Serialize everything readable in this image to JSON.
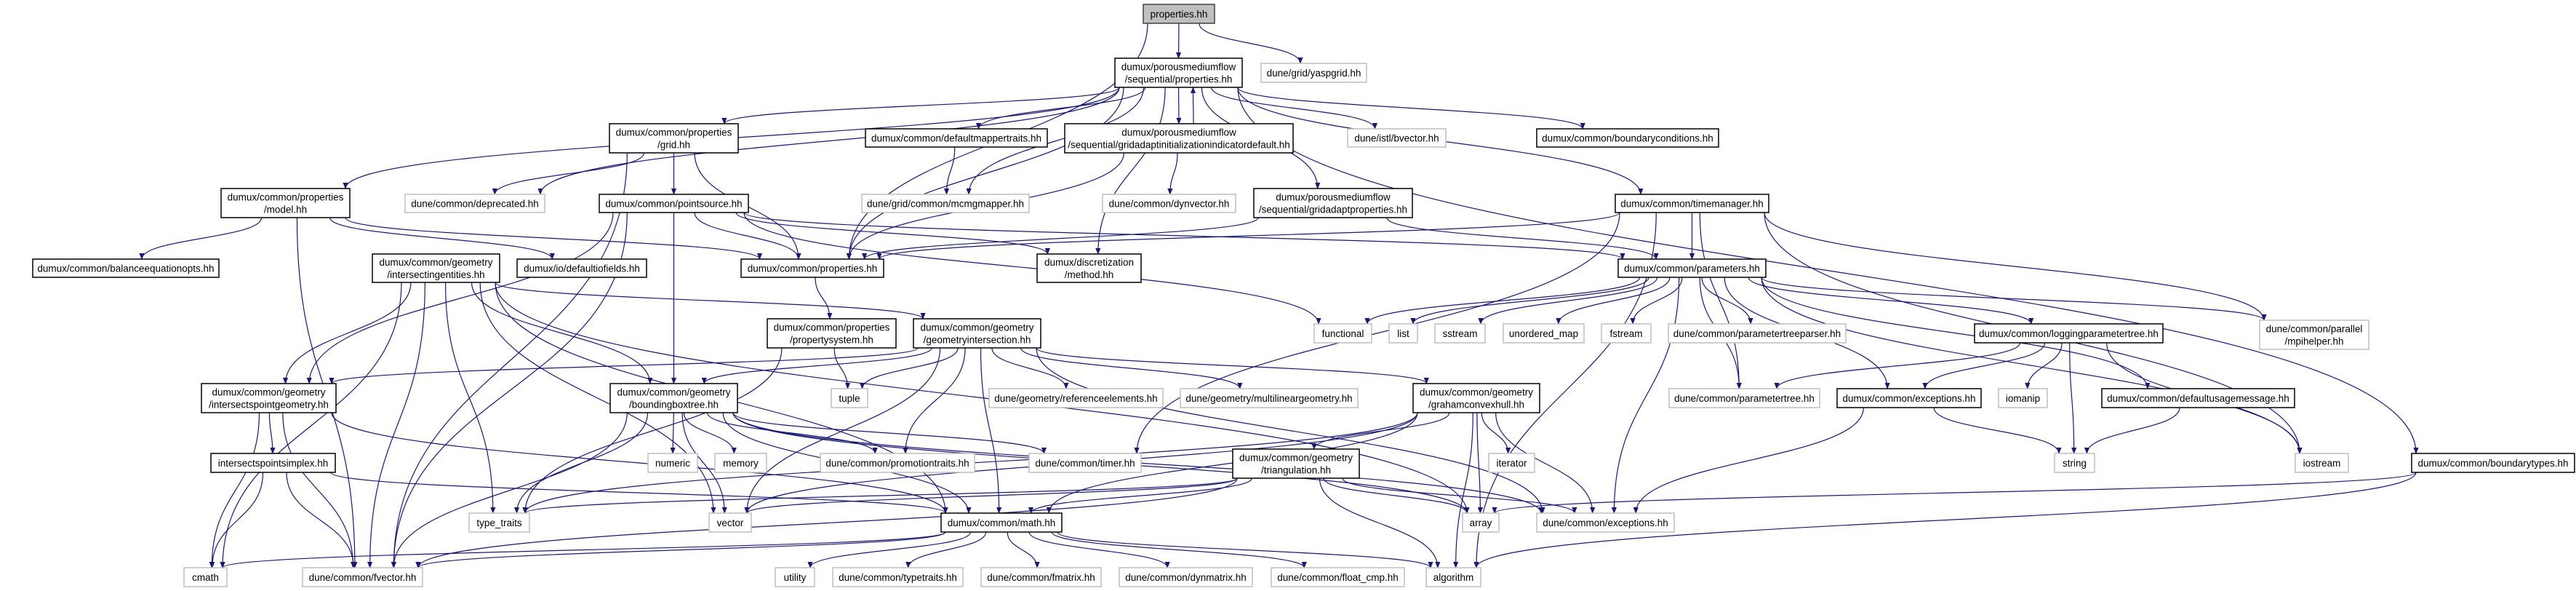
{
  "colors": {
    "edge": "#191970",
    "root_fill": "#bfbfbf",
    "external_border": "#bfbfbf",
    "internal_border": "#000000"
  },
  "nodes": [
    {
      "id": "root",
      "kind": "root",
      "lines": [
        "properties.hh"
      ]
    },
    {
      "id": "yaspgrid",
      "kind": "ext",
      "lines": [
        "dune/grid/yaspgrid.hh"
      ]
    },
    {
      "id": "seqprops",
      "kind": "int",
      "lines": [
        "dumux/porousmediumflow",
        "/sequential/properties.hh"
      ]
    },
    {
      "id": "grid",
      "kind": "int",
      "lines": [
        "dumux/common/properties",
        "/grid.hh"
      ]
    },
    {
      "id": "defmap",
      "kind": "int",
      "lines": [
        "dumux/common/defaultmappertraits.hh"
      ]
    },
    {
      "id": "gainit",
      "kind": "int",
      "lines": [
        "dumux/porousmediumflow",
        "/sequential/gridadaptinitializationindicatordefault.hh"
      ]
    },
    {
      "id": "bvector",
      "kind": "ext",
      "lines": [
        "dune/istl/bvector.hh"
      ]
    },
    {
      "id": "bcond",
      "kind": "int",
      "lines": [
        "dumux/common/boundaryconditions.hh"
      ]
    },
    {
      "id": "boundarytypes",
      "kind": "int",
      "lines": [
        "dumux/common/boundarytypes.hh"
      ]
    },
    {
      "id": "model",
      "kind": "int",
      "lines": [
        "dumux/common/properties",
        "/model.hh"
      ]
    },
    {
      "id": "deprecated",
      "kind": "ext",
      "lines": [
        "dune/common/deprecated.hh"
      ]
    },
    {
      "id": "pointsource",
      "kind": "int",
      "lines": [
        "dumux/common/pointsource.hh"
      ]
    },
    {
      "id": "mcmg",
      "kind": "ext",
      "lines": [
        "dune/grid/common/mcmgmapper.hh"
      ]
    },
    {
      "id": "dynvec",
      "kind": "ext",
      "lines": [
        "dune/common/dynvector.hh"
      ]
    },
    {
      "id": "gaprops",
      "kind": "int",
      "lines": [
        "dumux/porousmediumflow",
        "/sequential/gridadaptproperties.hh"
      ]
    },
    {
      "id": "timemgr",
      "kind": "int",
      "lines": [
        "dumux/common/timemanager.hh"
      ]
    },
    {
      "id": "balance",
      "kind": "int",
      "lines": [
        "dumux/common/balanceequationopts.hh"
      ]
    },
    {
      "id": "defio",
      "kind": "int",
      "lines": [
        "dumux/io/defaultiofields.hh"
      ]
    },
    {
      "id": "isectent",
      "kind": "int",
      "lines": [
        "dumux/common/geometry",
        "/intersectingentities.hh"
      ]
    },
    {
      "id": "cprops",
      "kind": "int",
      "lines": [
        "dumux/common/properties.hh"
      ]
    },
    {
      "id": "method",
      "kind": "int",
      "lines": [
        "dumux/discretization",
        "/method.hh"
      ]
    },
    {
      "id": "params",
      "kind": "int",
      "lines": [
        "dumux/common/parameters.hh"
      ]
    },
    {
      "id": "propsys",
      "kind": "int",
      "lines": [
        "dumux/common/properties",
        "/propertysystem.hh"
      ]
    },
    {
      "id": "geoisect",
      "kind": "int",
      "lines": [
        "dumux/common/geometry",
        "/geometryintersection.hh"
      ]
    },
    {
      "id": "functional",
      "kind": "ext",
      "lines": [
        "functional"
      ]
    },
    {
      "id": "list",
      "kind": "ext",
      "lines": [
        "list"
      ]
    },
    {
      "id": "sstream",
      "kind": "ext",
      "lines": [
        "sstream"
      ]
    },
    {
      "id": "umap",
      "kind": "ext",
      "lines": [
        "unordered_map"
      ]
    },
    {
      "id": "fstream",
      "kind": "ext",
      "lines": [
        "fstream"
      ]
    },
    {
      "id": "ptparser",
      "kind": "ext",
      "lines": [
        "dune/common/parametertreeparser.hh"
      ]
    },
    {
      "id": "logpt",
      "kind": "int",
      "lines": [
        "dumux/common/loggingparametertree.hh"
      ]
    },
    {
      "id": "mpihelper",
      "kind": "ext",
      "lines": [
        "dune/common/parallel",
        "/mpihelper.hh"
      ]
    },
    {
      "id": "ipgeom",
      "kind": "int",
      "lines": [
        "dumux/common/geometry",
        "/intersectspointgeometry.hh"
      ]
    },
    {
      "id": "bbtree",
      "kind": "int",
      "lines": [
        "dumux/common/geometry",
        "/boundingboxtree.hh"
      ]
    },
    {
      "id": "tuple",
      "kind": "ext",
      "lines": [
        "tuple"
      ]
    },
    {
      "id": "refel",
      "kind": "ext",
      "lines": [
        "dune/geometry/referenceelements.hh"
      ]
    },
    {
      "id": "mlgeom",
      "kind": "ext",
      "lines": [
        "dune/geometry/multilineargeometry.hh"
      ]
    },
    {
      "id": "graham",
      "kind": "int",
      "lines": [
        "dumux/common/geometry",
        "/grahamconvexhull.hh"
      ]
    },
    {
      "id": "ptree",
      "kind": "ext",
      "lines": [
        "dune/common/parametertree.hh"
      ]
    },
    {
      "id": "dxexc",
      "kind": "int",
      "lines": [
        "dumux/common/exceptions.hh"
      ]
    },
    {
      "id": "iomanip",
      "kind": "ext",
      "lines": [
        "iomanip"
      ]
    },
    {
      "id": "dusage",
      "kind": "int",
      "lines": [
        "dumux/common/defaultusagemessage.hh"
      ]
    },
    {
      "id": "ipsimplex",
      "kind": "int",
      "lines": [
        "intersectspointsimplex.hh"
      ]
    },
    {
      "id": "numeric",
      "kind": "ext",
      "lines": [
        "numeric"
      ]
    },
    {
      "id": "memory",
      "kind": "ext",
      "lines": [
        "memory"
      ]
    },
    {
      "id": "promo",
      "kind": "ext",
      "lines": [
        "dune/common/promotiontraits.hh"
      ]
    },
    {
      "id": "timer",
      "kind": "ext",
      "lines": [
        "dune/common/timer.hh"
      ]
    },
    {
      "id": "tri",
      "kind": "int",
      "lines": [
        "dumux/common/geometry",
        "/triangulation.hh"
      ]
    },
    {
      "id": "iterator",
      "kind": "ext",
      "lines": [
        "iterator"
      ]
    },
    {
      "id": "string",
      "kind": "ext",
      "lines": [
        "string"
      ]
    },
    {
      "id": "iostream",
      "kind": "ext",
      "lines": [
        "iostream"
      ]
    },
    {
      "id": "typetraits_std",
      "kind": "ext",
      "lines": [
        "type_traits"
      ]
    },
    {
      "id": "vector",
      "kind": "ext",
      "lines": [
        "vector"
      ]
    },
    {
      "id": "math",
      "kind": "int",
      "lines": [
        "dumux/common/math.hh"
      ]
    },
    {
      "id": "array",
      "kind": "ext",
      "lines": [
        "array"
      ]
    },
    {
      "id": "dnexc",
      "kind": "ext",
      "lines": [
        "dune/common/exceptions.hh"
      ]
    },
    {
      "id": "cmath",
      "kind": "ext",
      "lines": [
        "cmath"
      ]
    },
    {
      "id": "fvector",
      "kind": "ext",
      "lines": [
        "dune/common/fvector.hh"
      ]
    },
    {
      "id": "utility",
      "kind": "ext",
      "lines": [
        "utility"
      ]
    },
    {
      "id": "dtypetraits",
      "kind": "ext",
      "lines": [
        "dune/common/typetraits.hh"
      ]
    },
    {
      "id": "fmatrix",
      "kind": "ext",
      "lines": [
        "dune/common/fmatrix.hh"
      ]
    },
    {
      "id": "dynmatrix",
      "kind": "ext",
      "lines": [
        "dune/common/dynmatrix.hh"
      ]
    },
    {
      "id": "floatcmp",
      "kind": "ext",
      "lines": [
        "dune/common/float_cmp.hh"
      ]
    },
    {
      "id": "algorithm",
      "kind": "ext",
      "lines": [
        "algorithm"
      ]
    }
  ],
  "edges": [
    [
      "root",
      "seqprops"
    ],
    [
      "root",
      "yaspgrid"
    ],
    [
      "root",
      "cprops"
    ],
    [
      "seqprops",
      "model"
    ],
    [
      "seqprops",
      "grid"
    ],
    [
      "seqprops",
      "defmap"
    ],
    [
      "seqprops",
      "gainit"
    ],
    [
      "seqprops",
      "mcmg"
    ],
    [
      "seqprops",
      "deprecated"
    ],
    [
      "seqprops",
      "cprops"
    ],
    [
      "seqprops",
      "bvector"
    ],
    [
      "seqprops",
      "bcond"
    ],
    [
      "seqprops",
      "timemgr"
    ],
    [
      "seqprops",
      "gaprops"
    ],
    [
      "seqprops",
      "method"
    ],
    [
      "seqprops",
      "boundarytypes"
    ],
    [
      "gainit",
      "seqprops"
    ],
    [
      "gainit",
      "dynvec"
    ],
    [
      "gainit",
      "cprops"
    ],
    [
      "defmap",
      "mcmg"
    ],
    [
      "grid",
      "deprecated"
    ],
    [
      "grid",
      "pointsource"
    ],
    [
      "grid",
      "cprops"
    ],
    [
      "grid",
      "fvector"
    ],
    [
      "model",
      "balance"
    ],
    [
      "model",
      "defio"
    ],
    [
      "model",
      "cprops"
    ],
    [
      "model",
      "fvector"
    ],
    [
      "pointsource",
      "ipgeom"
    ],
    [
      "pointsource",
      "bbtree"
    ],
    [
      "pointsource",
      "cprops"
    ],
    [
      "pointsource",
      "method"
    ],
    [
      "pointsource",
      "params"
    ],
    [
      "pointsource",
      "fvector"
    ],
    [
      "pointsource",
      "functional"
    ],
    [
      "gaprops",
      "cprops"
    ],
    [
      "gaprops",
      "params"
    ],
    [
      "timemgr",
      "cprops"
    ],
    [
      "timemgr",
      "params"
    ],
    [
      "timemgr",
      "mpihelper"
    ],
    [
      "timemgr",
      "iostream"
    ],
    [
      "timemgr",
      "ptree"
    ],
    [
      "timemgr",
      "timer"
    ],
    [
      "timemgr",
      "algorithm"
    ],
    [
      "cprops",
      "propsys"
    ],
    [
      "propsys",
      "tuple"
    ],
    [
      "propsys",
      "typetraits_std"
    ],
    [
      "isectent",
      "ipgeom"
    ],
    [
      "isectent",
      "bbtree"
    ],
    [
      "isectent",
      "geoisect"
    ],
    [
      "isectent",
      "fvector"
    ],
    [
      "isectent",
      "cmath"
    ],
    [
      "isectent",
      "vector"
    ],
    [
      "isectent",
      "typetraits_std"
    ],
    [
      "isectent",
      "math"
    ],
    [
      "isectent",
      "array"
    ],
    [
      "geoisect",
      "tuple"
    ],
    [
      "geoisect",
      "refel"
    ],
    [
      "geoisect",
      "mlgeom"
    ],
    [
      "geoisect",
      "promo"
    ],
    [
      "geoisect",
      "math"
    ],
    [
      "geoisect",
      "bbtree"
    ],
    [
      "geoisect",
      "ipgeom"
    ],
    [
      "geoisect",
      "graham"
    ],
    [
      "geoisect",
      "dnexc"
    ],
    [
      "geoisect",
      "vector"
    ],
    [
      "params",
      "functional"
    ],
    [
      "params",
      "list"
    ],
    [
      "params",
      "sstream"
    ],
    [
      "params",
      "umap"
    ],
    [
      "params",
      "fstream"
    ],
    [
      "params",
      "ptparser"
    ],
    [
      "params",
      "ptree"
    ],
    [
      "params",
      "dxexc"
    ],
    [
      "params",
      "logpt"
    ],
    [
      "params",
      "dusage"
    ],
    [
      "params",
      "mpihelper"
    ],
    [
      "params",
      "iostream"
    ],
    [
      "params",
      "dnexc"
    ],
    [
      "logpt",
      "ptree"
    ],
    [
      "logpt",
      "dxexc"
    ],
    [
      "logpt",
      "iomanip"
    ],
    [
      "logpt",
      "string"
    ],
    [
      "logpt",
      "iostream"
    ],
    [
      "dusage",
      "string"
    ],
    [
      "dxexc",
      "dnexc"
    ],
    [
      "dxexc",
      "string"
    ],
    [
      "ipgeom",
      "ipsimplex"
    ],
    [
      "ipgeom",
      "cmath"
    ],
    [
      "ipgeom",
      "fvector"
    ],
    [
      "ipgeom",
      "math"
    ],
    [
      "ipsimplex",
      "cmath"
    ],
    [
      "ipsimplex",
      "fvector"
    ],
    [
      "ipsimplex",
      "math"
    ],
    [
      "bbtree",
      "numeric"
    ],
    [
      "bbtree",
      "memory"
    ],
    [
      "bbtree",
      "promo"
    ],
    [
      "bbtree",
      "timer"
    ],
    [
      "bbtree",
      "typetraits_std"
    ],
    [
      "bbtree",
      "vector"
    ],
    [
      "bbtree",
      "fvector"
    ],
    [
      "bbtree",
      "math"
    ],
    [
      "bbtree",
      "array"
    ],
    [
      "bbtree",
      "dnexc"
    ],
    [
      "graham",
      "tri"
    ],
    [
      "graham",
      "iterator"
    ],
    [
      "graham",
      "array"
    ],
    [
      "graham",
      "dnexc"
    ],
    [
      "graham",
      "math"
    ],
    [
      "graham",
      "algorithm"
    ],
    [
      "graham",
      "vector"
    ],
    [
      "graham",
      "typetraits_std"
    ],
    [
      "tri",
      "vector"
    ],
    [
      "tri",
      "array"
    ],
    [
      "tri",
      "math"
    ],
    [
      "tri",
      "dnexc"
    ],
    [
      "tri",
      "algorithm"
    ],
    [
      "tri",
      "fvector"
    ],
    [
      "tri",
      "typetraits_std"
    ],
    [
      "math",
      "utility"
    ],
    [
      "math",
      "dtypetraits"
    ],
    [
      "math",
      "fmatrix"
    ],
    [
      "math",
      "dynmatrix"
    ],
    [
      "math",
      "floatcmp"
    ],
    [
      "math",
      "algorithm"
    ],
    [
      "math",
      "cmath"
    ],
    [
      "math",
      "fvector"
    ],
    [
      "boundarytypes",
      "array"
    ],
    [
      "boundarytypes",
      "algorithm"
    ]
  ]
}
